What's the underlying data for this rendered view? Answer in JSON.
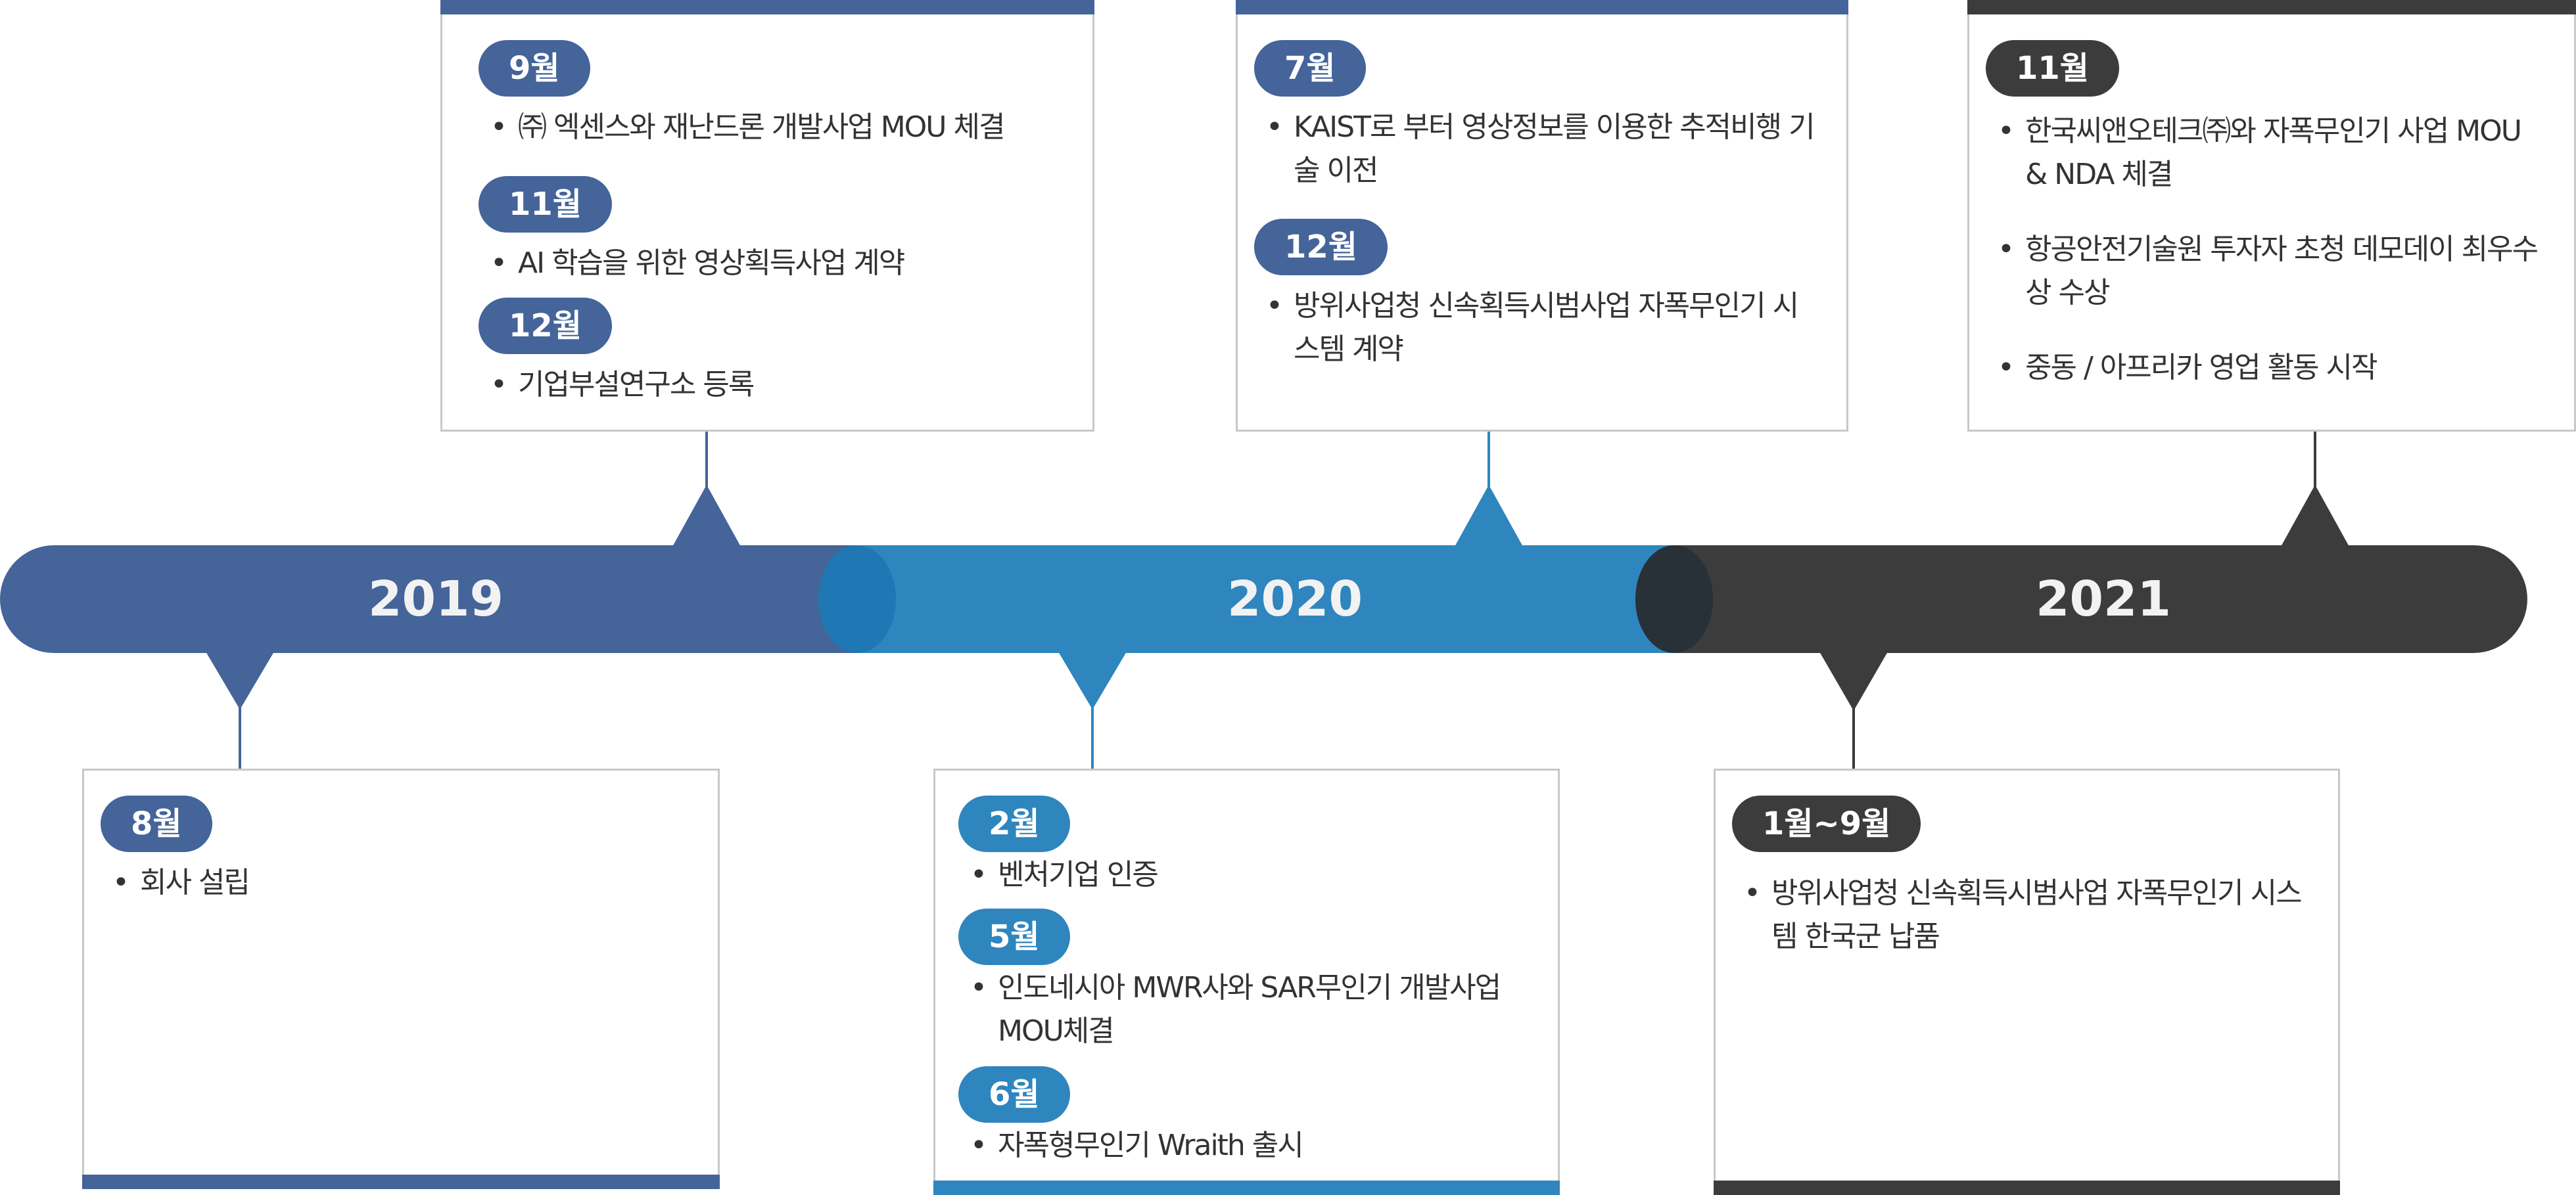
{
  "colors": {
    "y2019": "#44649a",
    "y2020": "#2f85be",
    "y2021": "#3c3c3c",
    "joint1": "#1f77b4",
    "joint2": "#283038"
  },
  "timeline": {
    "years": [
      "2019",
      "2020",
      "2021"
    ]
  },
  "top": {
    "y2019": [
      {
        "month": "9월",
        "text": "㈜ 엑센스와 재난드론 개발사업 MOU 체결"
      },
      {
        "month": "11월",
        "text": "AI 학습을 위한 영상획득사업 계약"
      },
      {
        "month": "12월",
        "text": "기업부설연구소 등록"
      }
    ],
    "y2020": [
      {
        "month": "7월",
        "text": "KAIST로 부터 영상정보를 이용한 추적비행 기술 이전"
      },
      {
        "month": "12월",
        "text": "방위사업청 신속획득시범사업 자폭무인기 시스템 계약"
      }
    ],
    "y2021": {
      "month": "11월",
      "bullets": [
        "한국씨앤오테크㈜와  자폭무인기 사업 MOU & NDA 체결",
        "항공안전기술원 투자자 초청 데모데이 최우수상 수상",
        "중동 / 아프리카 영업 활동 시작"
      ]
    }
  },
  "bottom": {
    "y2019": [
      {
        "month": "8월",
        "text": "회사 설립"
      }
    ],
    "y2020": [
      {
        "month": "2월",
        "text": "벤처기업 인증"
      },
      {
        "month": "5월",
        "text": "인도네시아 MWR사와 SAR무인기 개발사업 MOU체결"
      },
      {
        "month": "6월",
        "text": "자폭형무인기 Wraith 출시"
      }
    ],
    "y2021": [
      {
        "month": "1월~9월",
        "text": "방위사업청 신속획득시범사업  자폭무인기 시스템 한국군 납품"
      }
    ]
  }
}
